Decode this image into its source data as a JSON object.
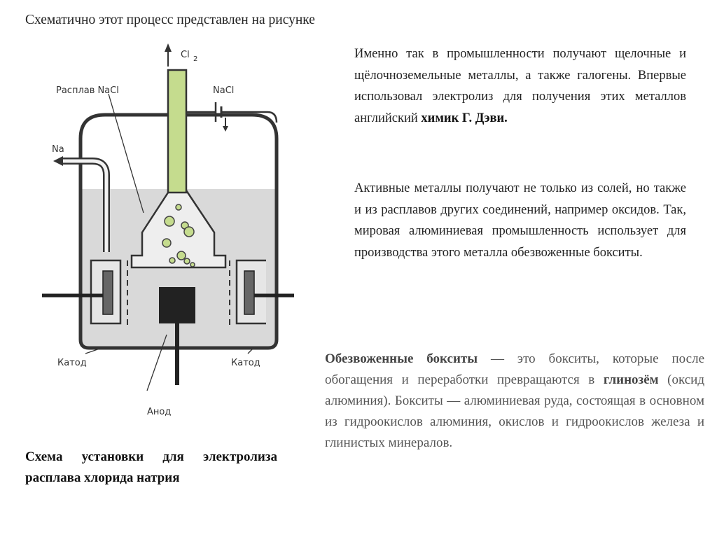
{
  "slide": {
    "title": "Схематично этот процесс представлен на рисунке"
  },
  "diagram": {
    "label_cl2": "Cl",
    "label_cl2_sub": "2",
    "label_melt": "Расплав NaCl",
    "label_nacl": "NaCl",
    "label_na": "Na",
    "label_cathode_left": "Катод",
    "label_cathode_right": "Катод",
    "label_anode": "Анод"
  },
  "caption": "Схема установки для электролиза расплава хлорида натрия",
  "paragraph1": {
    "text": "Именно так в промышленности получают щелочные и щёлочноземельные металлы, а также галогены. Впервые использовал электролиз для получения этих металлов английский ",
    "bold": "химик Г. Дэви."
  },
  "paragraph2": {
    "text": "Активные металлы получают не только из солей, но также и из расплавов других соединений, например оксидов. Так, мировая алюминиевая промышленность использует для производства этого металла обезвоженные бокситы."
  },
  "paragraph3": {
    "bold1": "Обезвоженные бокситы",
    "text1": " — это бокситы, которые после обогащения и переработки превращаются в ",
    "bold2": "глинозём",
    "text2": " (оксид алюминия). Бокситы — алюминиевая руда, состоящая в основном из гидроокислов алюминия, окислов и гидроокислов железа и глинистых минералов."
  }
}
